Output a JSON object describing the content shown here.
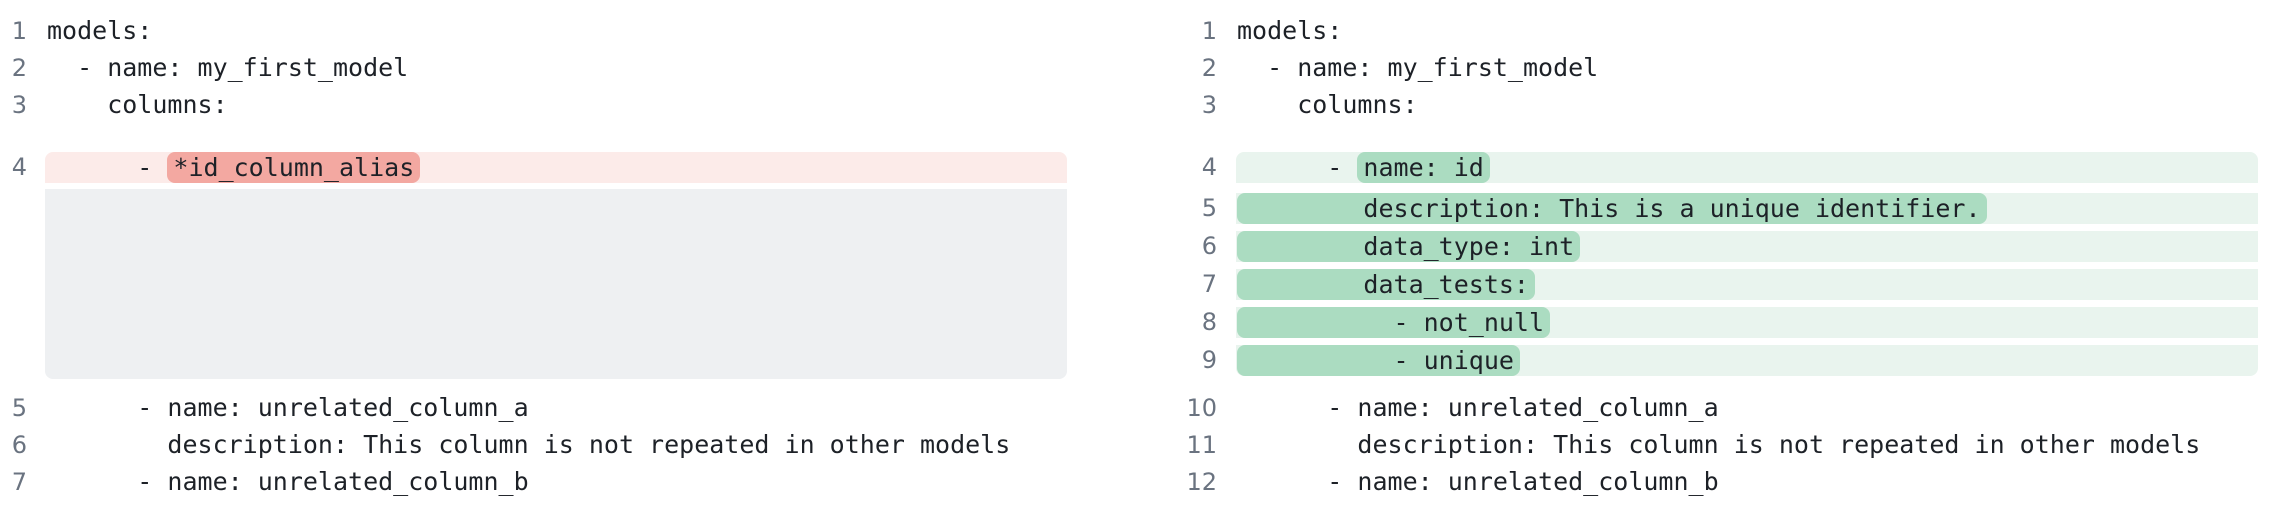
{
  "view": {
    "kind": "split-diff",
    "left_pane": {
      "lines_before": [
        {
          "num": "1",
          "text": "models:"
        },
        {
          "num": "2",
          "text": "  - name: my_first_model"
        },
        {
          "num": "3",
          "text": "    columns:"
        }
      ],
      "block": {
        "kind": "deletion",
        "rows": [
          {
            "num": "4",
            "pre": "      - ",
            "hl": "*id_column_alias",
            "post": ""
          }
        ],
        "has_filler": true
      },
      "lines_after": [
        {
          "num": "5",
          "text": "      - name: unrelated_column_a"
        },
        {
          "num": "6",
          "text": "        description: This column is not repeated in other models"
        },
        {
          "num": "7",
          "text": "      - name: unrelated_column_b"
        }
      ]
    },
    "right_pane": {
      "lines_before": [
        {
          "num": "1",
          "text": "models:"
        },
        {
          "num": "2",
          "text": "  - name: my_first_model"
        },
        {
          "num": "3",
          "text": "    columns:"
        }
      ],
      "block": {
        "kind": "addition",
        "rows": [
          {
            "num": "4",
            "pre": "      - ",
            "hl": "name: id",
            "post": ""
          },
          {
            "num": "5",
            "pre": "",
            "hl": "        description: This is a unique identifier.",
            "post": ""
          },
          {
            "num": "6",
            "pre": "",
            "hl": "        data_type: int",
            "post": ""
          },
          {
            "num": "7",
            "pre": "",
            "hl": "        data_tests:",
            "post": ""
          },
          {
            "num": "8",
            "pre": "",
            "hl": "          - not_null",
            "post": ""
          },
          {
            "num": "9",
            "pre": "",
            "hl": "          - unique",
            "post": ""
          }
        ],
        "has_filler": false
      },
      "lines_after": [
        {
          "num": "10",
          "text": "      - name: unrelated_column_a"
        },
        {
          "num": "11",
          "text": "        description: This column is not repeated in other models"
        },
        {
          "num": "12",
          "text": "      - name: unrelated_column_b"
        }
      ]
    }
  },
  "colors": {
    "page_bg": "#ffffff",
    "code_text": "#1d2127",
    "line_number": "#6a7380",
    "deletion_row_bg": "#fcebe9",
    "deletion_word_bg": "#f3a8a1",
    "addition_block_bg": "#e9f4ee",
    "addition_word_bg": "#abdcc1",
    "collapsed_filler_bg": "#eef0f2"
  }
}
